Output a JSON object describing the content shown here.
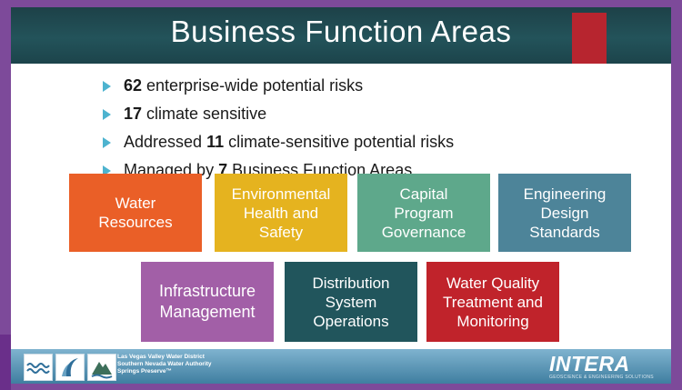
{
  "title": "Business Function Areas",
  "bullets": [
    {
      "pre": "",
      "bold": "62",
      "post": " enterprise-wide potential risks"
    },
    {
      "pre": "",
      "bold": "17",
      "post": " climate sensitive"
    },
    {
      "pre": "Addressed ",
      "bold": "11",
      "post": " climate-sensitive potential risks"
    },
    {
      "pre": "Managed by ",
      "bold": "7",
      "post": " Business Function Areas"
    }
  ],
  "areas": [
    {
      "lines": [
        "Water",
        "Resources"
      ],
      "color": "#ea5f27"
    },
    {
      "lines": [
        "Environmental",
        "Health and",
        "Safety"
      ],
      "color": "#e5b31f"
    },
    {
      "lines": [
        "Capital",
        "Program",
        "Governance"
      ],
      "color": "#5ea88b"
    },
    {
      "lines": [
        "Engineering",
        "Design",
        "Standards"
      ],
      "color": "#4d8499"
    },
    {
      "lines": [
        "Infrastructure",
        "Management"
      ],
      "color": "#a25fa7"
    },
    {
      "lines": [
        "Distribution",
        "System",
        "Operations"
      ],
      "color": "#21555c"
    },
    {
      "lines": [
        "Water Quality",
        "Treatment and",
        "Monitoring"
      ],
      "color": "#c0232b"
    }
  ],
  "footer": {
    "orgs": [
      "Las Vegas Valley Water District",
      "Southern Nevada Water Authority",
      "Springs Preserve™"
    ],
    "intera": "INTERA",
    "intera_tagline": "GEOSCIENCE & ENGINEERING SOLUTIONS"
  }
}
